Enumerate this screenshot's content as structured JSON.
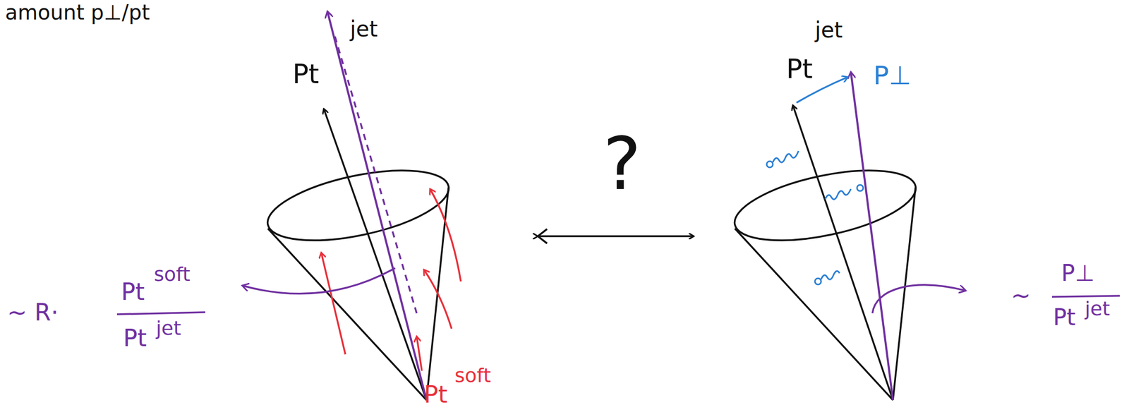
{
  "diagram": {
    "labels": [
      "amount p⊥/pt",
      "Pt",
      "jet",
      "Pt",
      "jet",
      "P⊥",
      "?",
      "~ R·",
      "Pt",
      "soft",
      "Pt",
      "jet",
      "~",
      "P⊥",
      "Pt",
      "jet",
      "Pt",
      "soft"
    ]
  }
}
